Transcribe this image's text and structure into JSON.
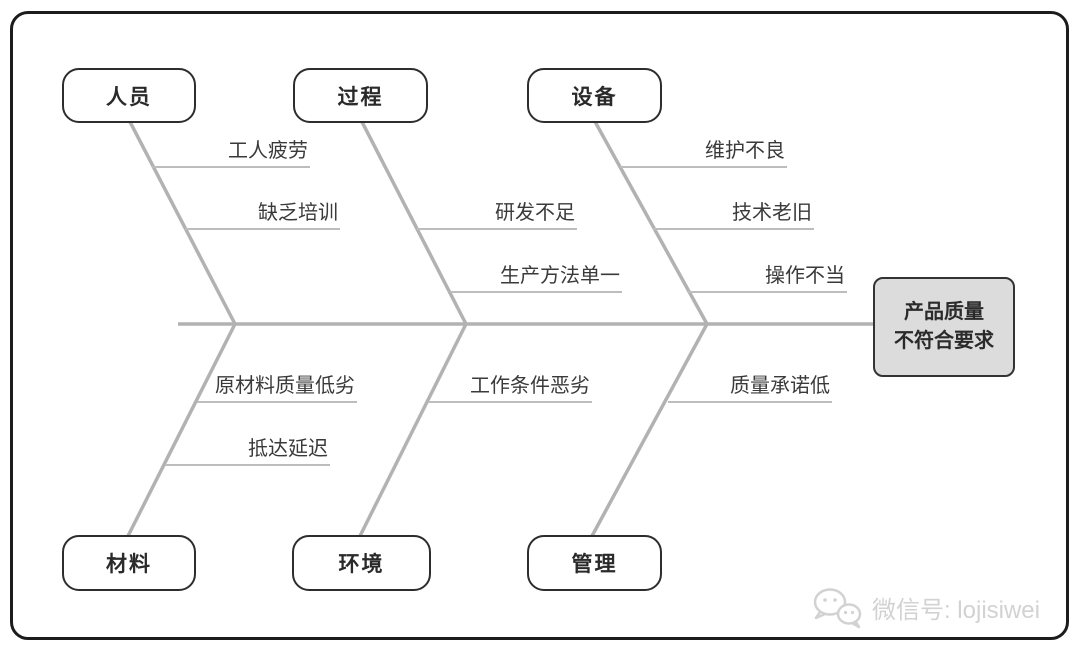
{
  "diagram": {
    "type": "fishbone",
    "head": {
      "line1": "产品质量",
      "line2": "不符合要求"
    },
    "categories": {
      "people": {
        "label": "人员",
        "position": "top",
        "causes": [
          "工人疲劳",
          "缺乏培训"
        ]
      },
      "process": {
        "label": "过程",
        "position": "top",
        "causes": [
          "研发不足",
          "生产方法单一"
        ]
      },
      "equipment": {
        "label": "设备",
        "position": "top",
        "causes": [
          "维护不良",
          "技术老旧",
          "操作不当"
        ]
      },
      "material": {
        "label": "材料",
        "position": "bottom",
        "causes": [
          "原材料质量低劣",
          "抵达延迟"
        ]
      },
      "environment": {
        "label": "环境",
        "position": "bottom",
        "causes": [
          "工作条件恶劣"
        ]
      },
      "management": {
        "label": "管理",
        "position": "bottom",
        "causes": [
          "质量承诺低"
        ]
      }
    },
    "colors": {
      "spine": "#b2b2b2",
      "cause_line": "#bdbdbd",
      "box_border": "#2d2d2d",
      "head_fill": "#dcdcdc",
      "text": "#3a3a3a",
      "watermark": "#d2d2d2"
    },
    "watermark": {
      "icon": "wechat-icon",
      "text": "微信号: lojisiwei"
    }
  }
}
